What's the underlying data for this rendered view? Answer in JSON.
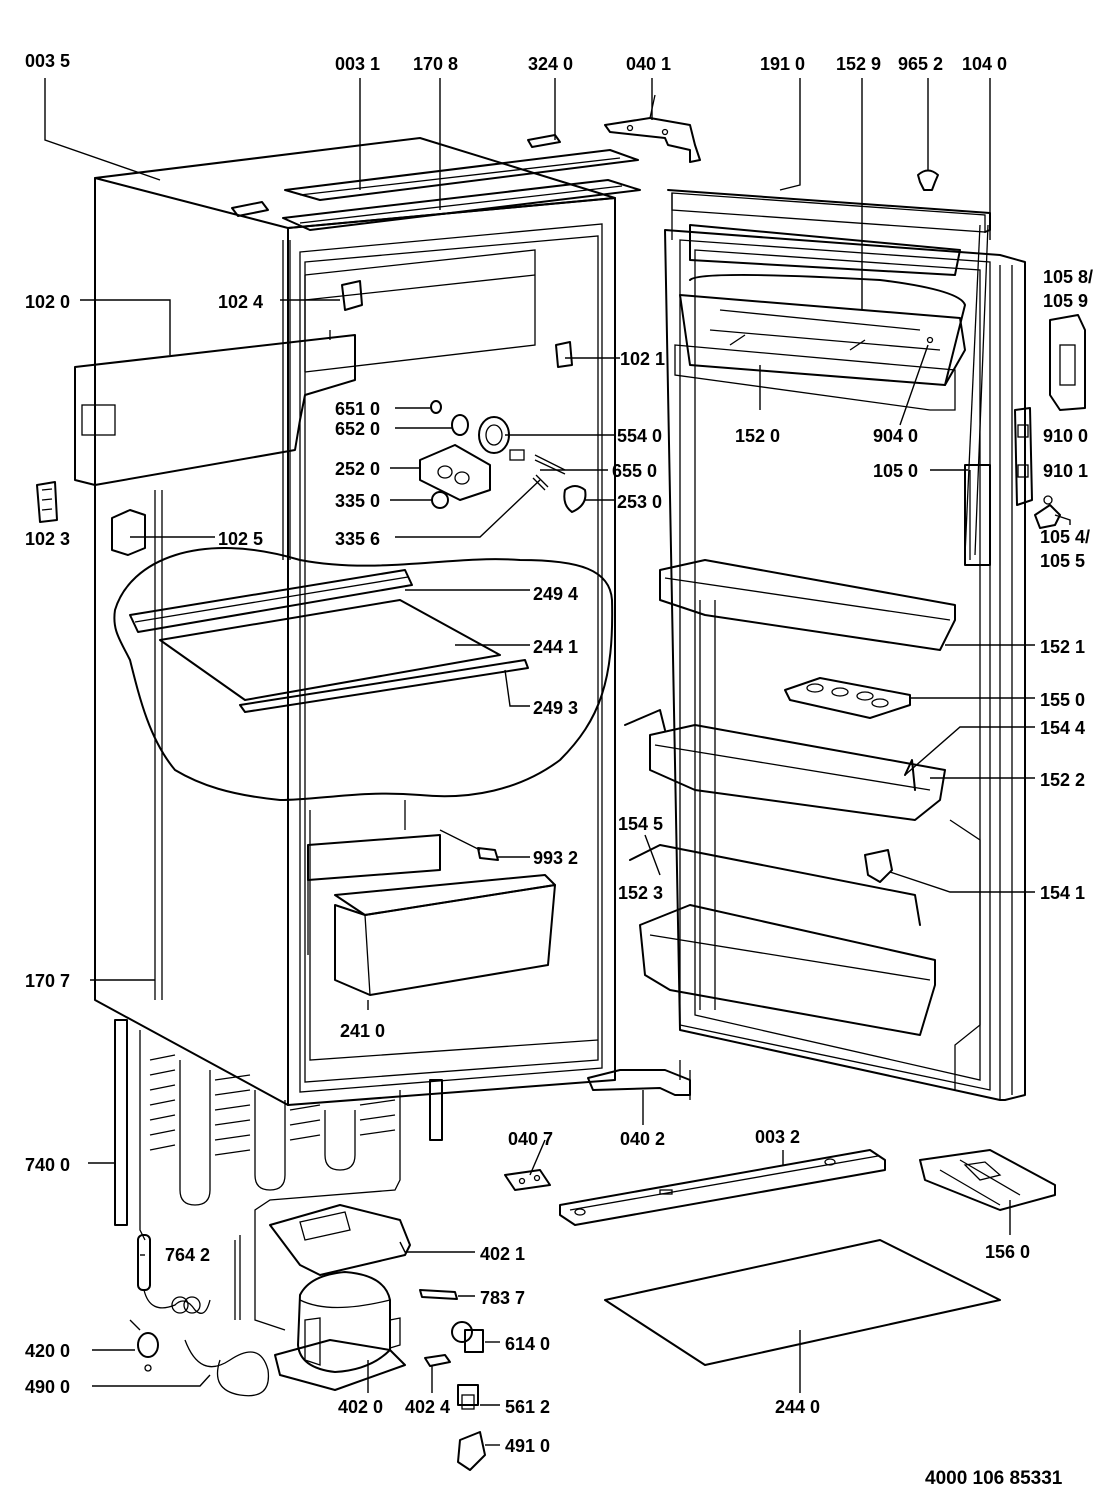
{
  "diagram": {
    "document_number": "4000 106 85331",
    "callouts": [
      {
        "key": "c0035",
        "label": "003 5"
      },
      {
        "key": "c0031",
        "label": "003 1"
      },
      {
        "key": "c1708",
        "label": "170 8"
      },
      {
        "key": "c3240",
        "label": "324 0"
      },
      {
        "key": "c0401",
        "label": "040 1"
      },
      {
        "key": "c1910",
        "label": "191 0"
      },
      {
        "key": "c1529",
        "label": "152 9"
      },
      {
        "key": "c9652",
        "label": "965 2"
      },
      {
        "key": "c1040",
        "label": "104 0"
      },
      {
        "key": "c1020",
        "label": "102 0"
      },
      {
        "key": "c1024",
        "label": "102 4"
      },
      {
        "key": "c1058a",
        "label": "105 8/"
      },
      {
        "key": "c1058b",
        "label": "105 9"
      },
      {
        "key": "c1021",
        "label": "102 1"
      },
      {
        "key": "c6510",
        "label": "651 0"
      },
      {
        "key": "c6520",
        "label": "652 0"
      },
      {
        "key": "c5540",
        "label": "554 0"
      },
      {
        "key": "c1520",
        "label": "152 0"
      },
      {
        "key": "c9040",
        "label": "904 0"
      },
      {
        "key": "c9100",
        "label": "910 0"
      },
      {
        "key": "c2520",
        "label": "252 0"
      },
      {
        "key": "c6550",
        "label": "655 0"
      },
      {
        "key": "c1050",
        "label": "105 0"
      },
      {
        "key": "c9101",
        "label": "910 1"
      },
      {
        "key": "c3350",
        "label": "335 0"
      },
      {
        "key": "c2530",
        "label": "253 0"
      },
      {
        "key": "c1023",
        "label": "102 3"
      },
      {
        "key": "c1025",
        "label": "102 5"
      },
      {
        "key": "c3356",
        "label": "335 6"
      },
      {
        "key": "c1054a",
        "label": "105 4/"
      },
      {
        "key": "c1054b",
        "label": "105 5"
      },
      {
        "key": "c2494",
        "label": "249 4"
      },
      {
        "key": "c2441",
        "label": "244 1"
      },
      {
        "key": "c1521",
        "label": "152 1"
      },
      {
        "key": "c1550",
        "label": "155 0"
      },
      {
        "key": "c2493",
        "label": "249 3"
      },
      {
        "key": "c1544",
        "label": "154 4"
      },
      {
        "key": "c1522",
        "label": "152 2"
      },
      {
        "key": "c1545",
        "label": "154 5"
      },
      {
        "key": "c9932",
        "label": "993 2"
      },
      {
        "key": "c1523",
        "label": "152 3"
      },
      {
        "key": "c1541",
        "label": "154 1"
      },
      {
        "key": "c1707",
        "label": "170 7"
      },
      {
        "key": "c2410",
        "label": "241 0"
      },
      {
        "key": "c0407",
        "label": "040 7"
      },
      {
        "key": "c0402",
        "label": "040 2"
      },
      {
        "key": "c0032",
        "label": "003 2"
      },
      {
        "key": "c7400",
        "label": "740 0"
      },
      {
        "key": "c7642",
        "label": "764 2"
      },
      {
        "key": "c4021",
        "label": "402 1"
      },
      {
        "key": "c1560",
        "label": "156 0"
      },
      {
        "key": "c7837",
        "label": "783 7"
      },
      {
        "key": "c4200",
        "label": "420 0"
      },
      {
        "key": "c6140",
        "label": "614 0"
      },
      {
        "key": "c4900",
        "label": "490 0"
      },
      {
        "key": "c4020",
        "label": "402 0"
      },
      {
        "key": "c4024",
        "label": "402 4"
      },
      {
        "key": "c5612",
        "label": "561 2"
      },
      {
        "key": "c2440",
        "label": "244 0"
      },
      {
        "key": "c4910",
        "label": "491 0"
      }
    ]
  }
}
